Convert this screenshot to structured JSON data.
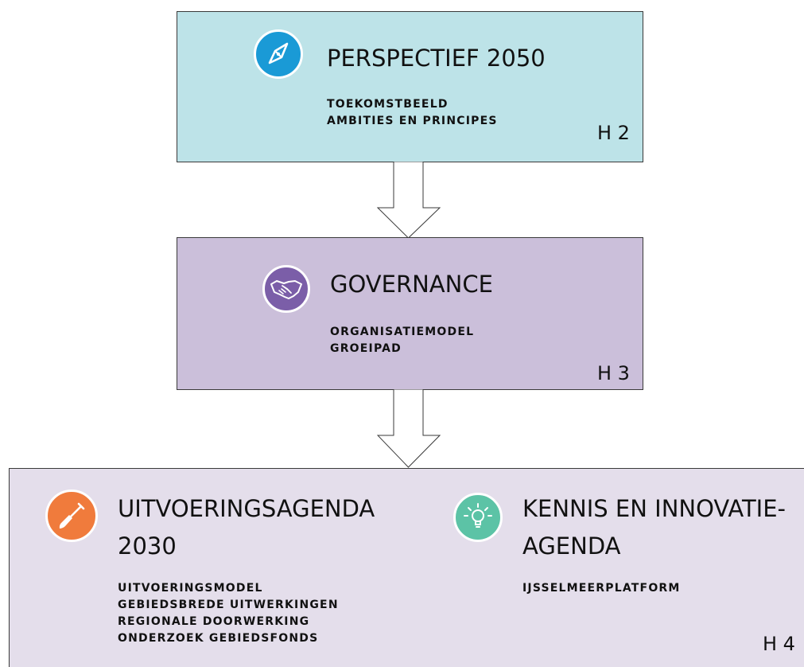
{
  "boxes": [
    {
      "title": "PERSPECTIEF 2050",
      "items": [
        "TOEKOMSTBEELD",
        "AMBITIES EN PRINCIPES"
      ],
      "chapter": "H 2",
      "icon": "compass-icon",
      "color": "#bde3e8",
      "icon_color": "#1a9ad6"
    },
    {
      "title": "GOVERNANCE",
      "items": [
        "ORGANISATIEMODEL",
        "GROEIPAD"
      ],
      "chapter": "H 3",
      "icon": "handshake-icon",
      "color": "#cbbfda",
      "icon_color": "#7b5ea8"
    },
    {
      "chapter": "H 4",
      "color": "#e4deeb",
      "left": {
        "title_line1": "UITVOERINGSAGENDA",
        "title_line2": "2030",
        "items": [
          "UITVOERINGSMODEL",
          "GEBIEDSBREDE UITWERKINGEN",
          "REGIONALE DOORWERKING",
          "ONDERZOEK GEBIEDSFONDS"
        ],
        "icon": "shovel-icon",
        "icon_color": "#f07b3c"
      },
      "right": {
        "title_line1": "KENNIS EN INNOVATIE-",
        "title_line2": "AGENDA",
        "items": [
          "IJSSELMEERPLATFORM"
        ],
        "icon": "lightbulb-icon",
        "icon_color": "#5cc3a6"
      }
    }
  ]
}
